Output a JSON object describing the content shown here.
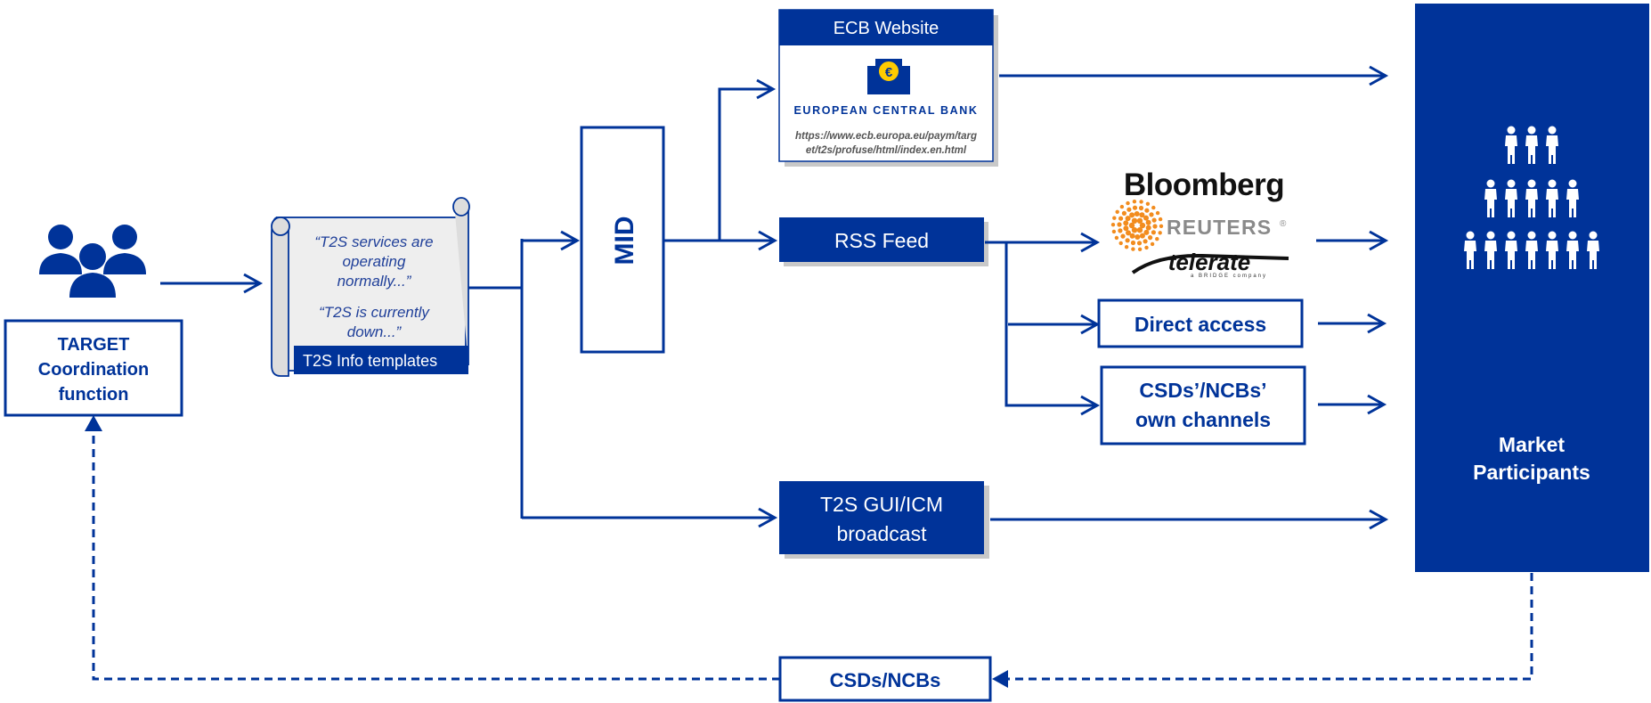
{
  "colors": {
    "primary": "#003399",
    "light_panel": "#eeeeee",
    "shadow": "#c8c8c8"
  },
  "coordination": {
    "title": "TARGET Coordination function",
    "lines": [
      "TARGET",
      "Coordination",
      "function"
    ],
    "icon": "users-group-icon"
  },
  "templates": {
    "label": "T2S Info templates",
    "quote1_lines": [
      "“T2S services are",
      "operating",
      "normally...”"
    ],
    "quote2_lines": [
      "“T2S is currently",
      "down...”"
    ]
  },
  "mid": {
    "label": "MID"
  },
  "ecb": {
    "header": "ECB Website",
    "bank_name": "EUROPEAN CENTRAL BANK",
    "url_lines": [
      "https://www.ecb.europa.eu/paym/targ",
      "et/t2s/profuse/html/index.en.html"
    ]
  },
  "rss": {
    "label": "RSS Feed"
  },
  "vendors": {
    "bloomberg": "Bloomberg",
    "reuters": "REUTERS",
    "reuters_mark": "®",
    "telerate": "telerate",
    "telerate_tagline": "a BRIDGE company"
  },
  "direct_access": {
    "label": "Direct access"
  },
  "csd_channels": {
    "lines": [
      "CSDs’/NCBs’",
      "own channels"
    ]
  },
  "gui": {
    "lines": [
      "T2S GUI/ICM",
      "broadcast"
    ]
  },
  "market": {
    "lines": [
      "Market",
      "Participants"
    ],
    "icon": "people-pyramid-icon"
  },
  "feedback": {
    "label": "CSDs/NCBs"
  }
}
